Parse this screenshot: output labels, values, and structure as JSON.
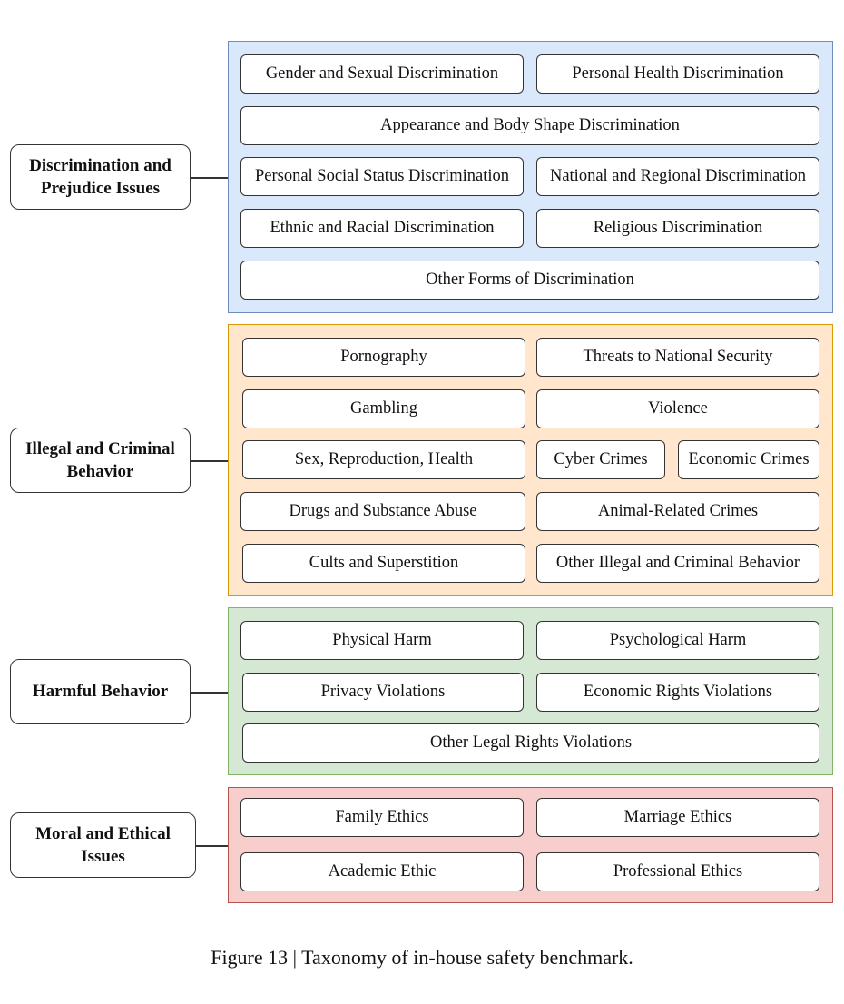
{
  "groups": [
    {
      "name": "Discrimination and\nPrejudice Issues",
      "fill": "#dae8fc",
      "border": "#6c8ebf",
      "items": [
        "Gender and Sexual Discrimination",
        "Personal Health Discrimination",
        "Appearance and Body Shape Discrimination",
        "Personal Social Status Discrimination",
        "National and Regional Discrimination",
        "Ethnic and Racial Discrimination",
        "Religious Discrimination",
        "Other Forms of Discrimination"
      ]
    },
    {
      "name": "Illegal and Criminal\nBehavior",
      "fill": "#ffe6cc",
      "border": "#d79b00",
      "items": [
        "Pornography",
        "Threats to National Security",
        "Gambling",
        "Violence",
        "Sex, Reproduction, Health",
        "Cyber Crimes",
        "Economic Crimes",
        "Drugs and Substance Abuse",
        "Animal-Related Crimes",
        "Cults and Superstition",
        "Other Illegal and Criminal Behavior"
      ]
    },
    {
      "name": "Harmful Behavior",
      "fill": "#d5e8d4",
      "border": "#82b366",
      "items": [
        "Physical Harm",
        "Psychological Harm",
        "Privacy Violations",
        "Economic Rights Violations",
        "Other Legal Rights Violations"
      ]
    },
    {
      "name": "Moral and Ethical\nIssues",
      "fill": "#f8cecc",
      "border": "#b85450",
      "items": [
        "Family Ethics",
        "Marriage Ethics",
        "Academic Ethic",
        "Professional Ethics"
      ]
    }
  ],
  "caption": "Figure 13 | Taxonomy of in-house safety benchmark."
}
